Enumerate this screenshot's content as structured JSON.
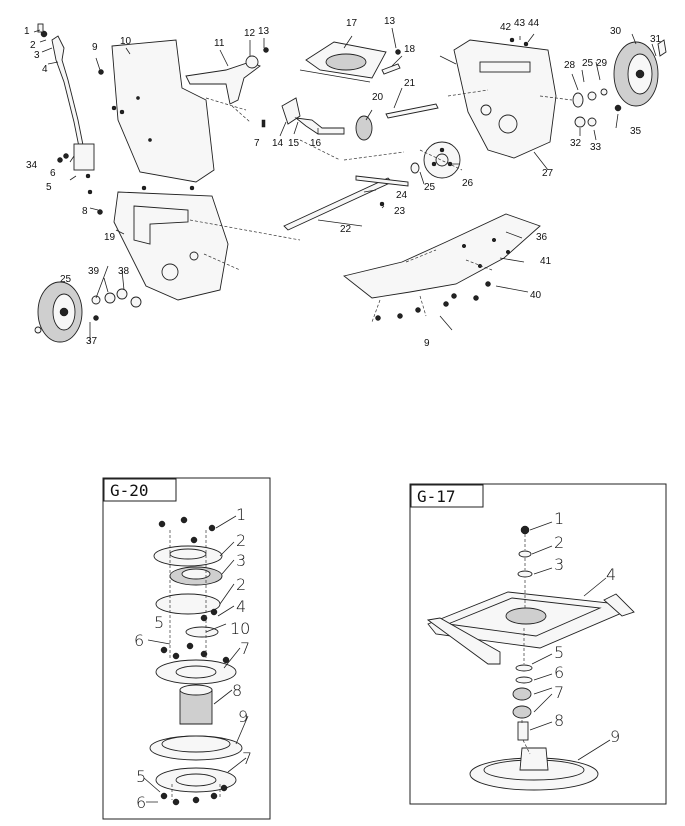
{
  "main_callouts": [
    "1",
    "2",
    "3",
    "4",
    "5",
    "6",
    "7",
    "8",
    "9",
    "10",
    "11",
    "12",
    "13",
    "13",
    "14",
    "15",
    "16",
    "17",
    "18",
    "19",
    "20",
    "21",
    "22",
    "23",
    "24",
    "25",
    "25",
    "25",
    "26",
    "27",
    "28",
    "29",
    "30",
    "31",
    "32",
    "33",
    "34",
    "35",
    "36",
    "37",
    "38",
    "39",
    "40",
    "41",
    "42",
    "43",
    "44"
  ],
  "inset_g20": {
    "title": "G-20",
    "callouts": [
      "1",
      "2",
      "3",
      "2",
      "4",
      "5",
      "10",
      "6",
      "7",
      "8",
      "9",
      "7",
      "5",
      "6"
    ]
  },
  "inset_g17": {
    "title": "G-17",
    "callouts": [
      "1",
      "2",
      "3",
      "4",
      "5",
      "6",
      "7",
      "8",
      "9"
    ]
  }
}
